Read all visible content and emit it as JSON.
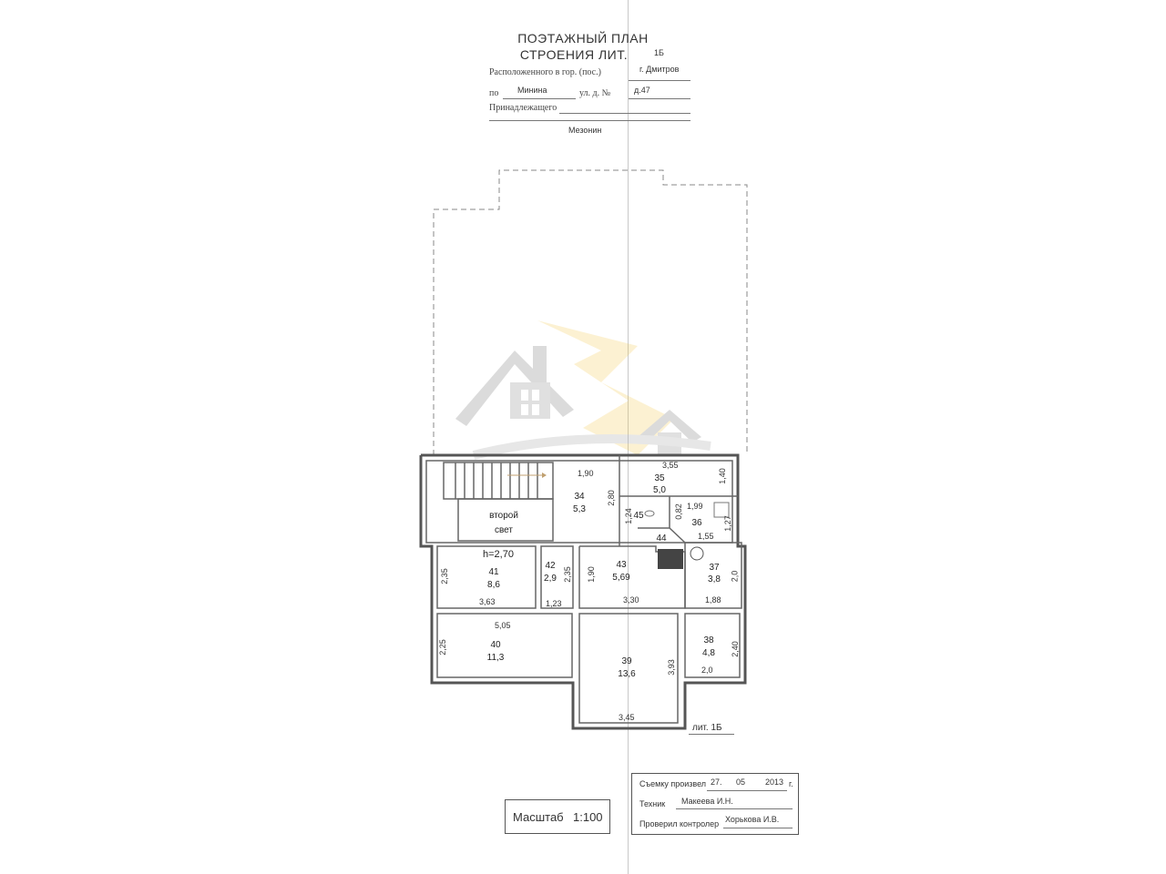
{
  "header": {
    "title_line1": "ПОЭТАЖНЫЙ ПЛАН",
    "title_line2": "СТРОЕНИЯ ЛИТ.",
    "litera": "1Б",
    "located_label": "Расположенного в гор. (пос.)",
    "city": "г. Дмитров",
    "street_label_prefix": "по",
    "street": "Минина",
    "house_label": "ул. д. №",
    "house": "д.47",
    "owner_label": "Принадлежащего",
    "floor": "Мезонин"
  },
  "plan": {
    "rooms": [
      {
        "id": "35",
        "area": "5,0"
      },
      {
        "id": "34",
        "area": "5,3"
      },
      {
        "id": "45",
        "area": ""
      },
      {
        "id": "36",
        "area": ""
      },
      {
        "id": "44",
        "area": ""
      },
      {
        "id": "41",
        "area": "8,6"
      },
      {
        "id": "42",
        "area": "2,9"
      },
      {
        "id": "43",
        "area": "5,69"
      },
      {
        "id": "37",
        "area": "3,8"
      },
      {
        "id": "40",
        "area": "11,3"
      },
      {
        "id": "39",
        "area": "13,6"
      },
      {
        "id": "38",
        "area": "4,8"
      }
    ],
    "second_light_line1": "второй",
    "second_light_line2": "свет",
    "height": "h=2,70",
    "dimensions": [
      "3,55",
      "1,40",
      "1,90",
      "2,80",
      "1,99",
      "0,82",
      "1,24",
      "1,27",
      "1,55",
      "2,35",
      "3,63",
      "2,35",
      "1,23",
      "1,90",
      "3,30",
      "2,0",
      "1,88",
      "5,05",
      "2,25",
      "3,93",
      "2,40",
      "2,0",
      "3,45"
    ],
    "litera_label": "лит. 1Б"
  },
  "scale": {
    "label": "Масштаб",
    "value": "1:100"
  },
  "stamp": {
    "survey_label": "Съемку произвел",
    "day": "27.",
    "month": "05",
    "year": "2013",
    "year_suffix": "г.",
    "technician_label": "Техник",
    "technician": "Макеева И.Н.",
    "controller_label": "Проверил контролер",
    "controller": "Хорькова И.В."
  }
}
